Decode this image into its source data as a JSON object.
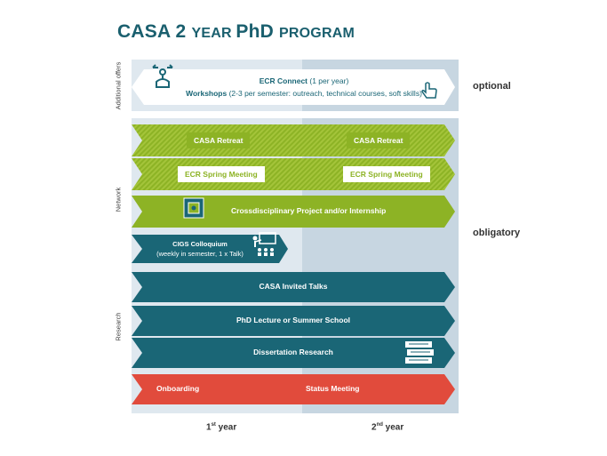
{
  "header": {
    "title_main": "CASA 2 ",
    "title_year": "YEAR ",
    "title_phd": "PhD ",
    "title_program": "PROGRAM"
  },
  "side_labels": {
    "additional": "Additional offers",
    "network": "Network",
    "research": "Research"
  },
  "right_labels": {
    "optional": "optional",
    "obligatory": "obligatory"
  },
  "years": {
    "first_num": "1",
    "first_sup": "st",
    "first_word": " year",
    "second_num": "2",
    "second_sup": "nd",
    "second_word": " year"
  },
  "optional_bar": {
    "line1_bold": "ECR Connect",
    "line1_rest": " (1 per year)",
    "line2_bold": "Workshops",
    "line2_rest": " (2-3 per semester: outreach, technical courses, soft skills)"
  },
  "bars": {
    "retreat_1": "CASA Retreat",
    "retreat_2": "CASA Retreat",
    "spring_1": "ECR Spring Meeting",
    "spring_2": "ECR Spring Meeting",
    "crossdisc": "Crossdisciplinary Project and/or Internship",
    "cigs_line1": "CIGS Colloquium",
    "cigs_line2": "(weekly in semester, 1 x Talk)",
    "invited": "CASA Invited Talks",
    "lecture": "PhD Lecture or Summer School",
    "dissertation": "Dissertation Research",
    "onboarding": "Onboarding",
    "status": "Status Meeting"
  },
  "colors": {
    "teal": "#1a6676",
    "green": "#8db325",
    "red": "#e14b3c",
    "bg_light": "#dfe8ef",
    "bg_dark": "#c7d6e1"
  },
  "icons": [
    "network-people-icon",
    "pointing-hand-icon",
    "puzzle-icon",
    "presenter-icon",
    "books-icon"
  ]
}
